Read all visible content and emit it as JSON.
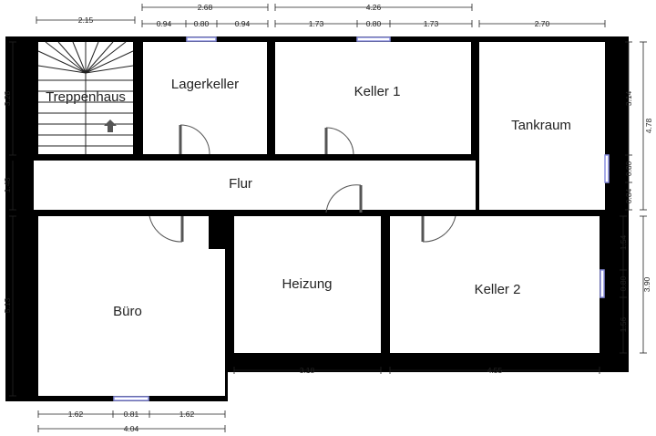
{
  "rooms": {
    "treppenhaus": "Treppenhaus",
    "lagerkeller": "Lagerkeller",
    "keller1": "Keller 1",
    "tankraum": "Tankraum",
    "flur": "Flur",
    "buero": "Büro",
    "heizung": "Heizung",
    "keller2": "Keller 2"
  },
  "dimensions": {
    "top_treppenhaus_width": "2.15",
    "top_lagerkeller_width": "2.68",
    "top_lagerkeller_left": "0.94",
    "top_lagerkeller_window": "0.80",
    "top_lagerkeller_right": "0.94",
    "top_keller1_width": "4.26",
    "top_keller1_left": "1.73",
    "top_keller1_window": "0.80",
    "top_keller1_right": "1.73",
    "top_tankraum_width": "2.70",
    "left_treppenhaus_height": "3.28",
    "left_flur_height": "1.48",
    "left_buero_height": "5.13",
    "right_tankraum_upper": "3.14",
    "right_tankraum_total": "4.78",
    "right_tankraum_window": "0.80",
    "right_tankraum_lower": "0.84",
    "right_keller2_upper": "1.54",
    "right_keller2_window": "0.80",
    "right_keller2_lower": "1.56",
    "right_keller2_total": "3.90",
    "bottom_heizung_width": "3.18",
    "bottom_keller2_width": "4.55",
    "bottom_buero_left": "1.62",
    "bottom_buero_window": "0.81",
    "bottom_buero_right": "1.62",
    "bottom_buero_width": "4.04"
  },
  "colors": {
    "wall": "#000000",
    "floor": "#ffffff",
    "window": "#8a8fe0",
    "door": "#555555"
  },
  "icons": {
    "stair_direction": "arrow-up-icon"
  }
}
